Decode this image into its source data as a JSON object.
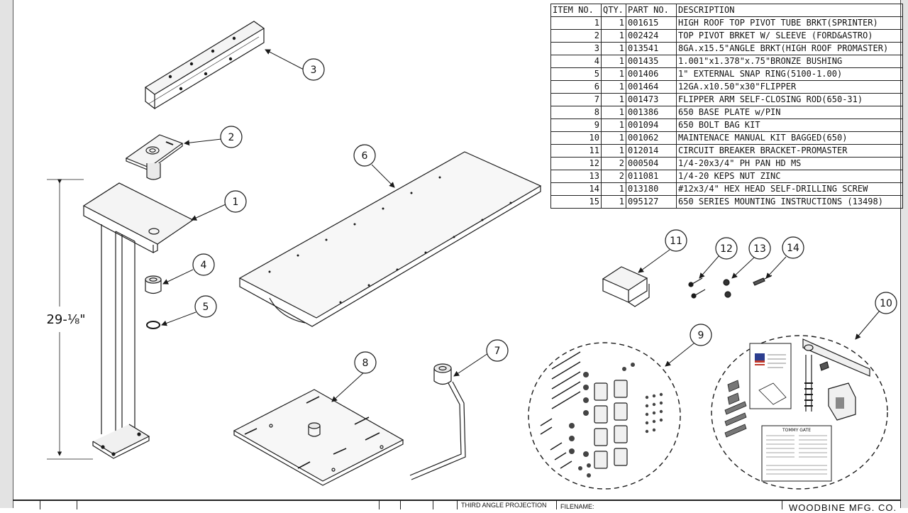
{
  "bom": {
    "headers": [
      "ITEM NO.",
      "QTY.",
      "PART NO.",
      "DESCRIPTION"
    ],
    "rows": [
      [
        "1",
        "1",
        "001615",
        "HIGH ROOF TOP PIVOT TUBE BRKT(SPRINTER)"
      ],
      [
        "2",
        "1",
        "002424",
        "TOP PIVOT BRKET W/ SLEEVE (FORD&ASTRO)"
      ],
      [
        "3",
        "1",
        "013541",
        "8GA.x15.5\"ANGLE BRKT(HIGH ROOF PROMASTER)"
      ],
      [
        "4",
        "1",
        "001435",
        "1.001\"x1.378\"x.75\"BRONZE BUSHING"
      ],
      [
        "5",
        "1",
        "001406",
        "1\" EXTERNAL SNAP RING(5100-1.00)"
      ],
      [
        "6",
        "1",
        "001464",
        "12GA.x10.50\"x30\"FLIPPER"
      ],
      [
        "7",
        "1",
        "001473",
        "FLIPPER ARM SELF-CLOSING ROD(650-31)"
      ],
      [
        "8",
        "1",
        "001386",
        "650 BASE PLATE w/PIN"
      ],
      [
        "9",
        "1",
        "001094",
        "650 BOLT BAG KIT"
      ],
      [
        "10",
        "1",
        "001062",
        "MAINTENACE MANUAL KIT BAGGED(650)"
      ],
      [
        "11",
        "1",
        "012014",
        "CIRCUIT BREAKER BRACKET-PROMASTER"
      ],
      [
        "12",
        "2",
        "000504",
        "1/4-20x3/4\" PH PAN HD MS"
      ],
      [
        "13",
        "2",
        "011081",
        "1/4-20 KEPS NUT ZINC"
      ],
      [
        "14",
        "1",
        "013180",
        "#12x3/4\" HEX HEAD SELF-DRILLING SCREW"
      ],
      [
        "15",
        "1",
        "095127",
        "650 SERIES MOUNTING INSTRUCTIONS (13498)"
      ]
    ]
  },
  "balloons": [
    "1",
    "2",
    "3",
    "4",
    "5",
    "6",
    "7",
    "8",
    "9",
    "10",
    "11",
    "12",
    "13",
    "14"
  ],
  "dimension": {
    "height_label": "29-⅛\""
  },
  "title_block": {
    "projection": "THIRD ANGLE PROJECTION",
    "filename": "FILENAME:",
    "company": "WOODBINE MFG. CO."
  },
  "insert_sheet": {
    "heading": "TOMMY GATE"
  },
  "colors": {
    "line": "#1a1a1a",
    "background": "#ffffff",
    "flag_red": "#c0392b",
    "flag_blue": "#2c3e8f"
  }
}
